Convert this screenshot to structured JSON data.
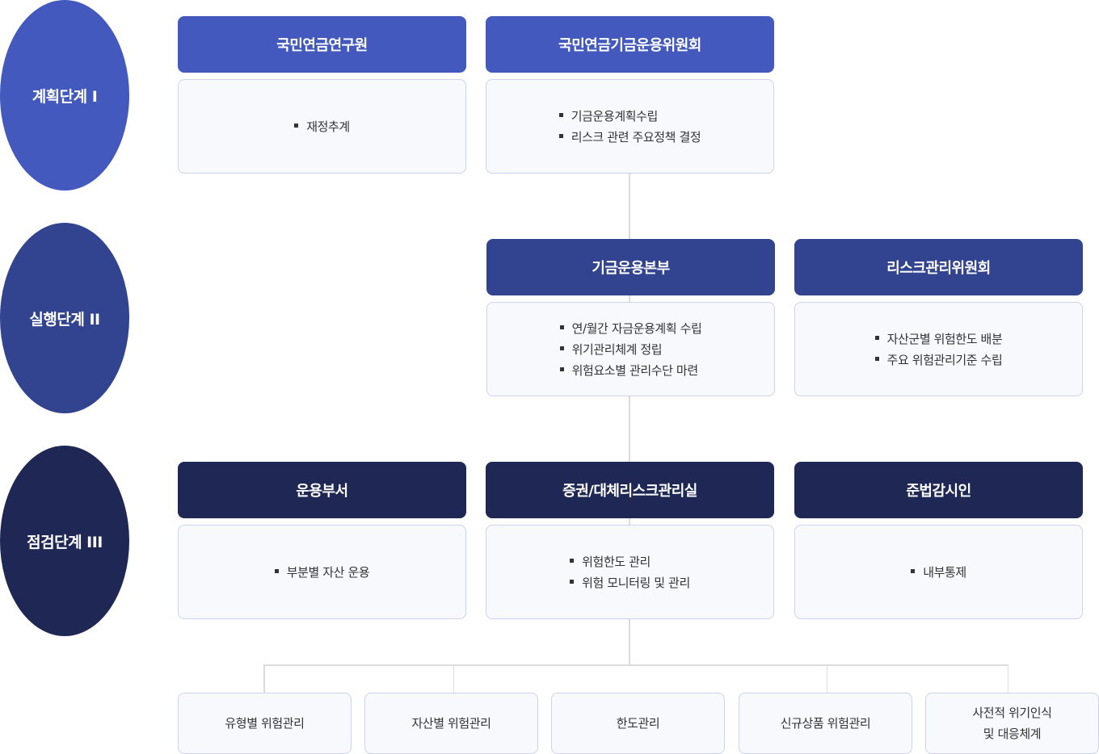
{
  "stages": [
    {
      "label": "계획단계 I"
    },
    {
      "label": "실행단계 II"
    },
    {
      "label": "점검단계 III"
    }
  ],
  "colors": {
    "stage_1": "#4359be",
    "stage_2": "#32448f",
    "stage_3": "#1f2855",
    "box_bg": "#f7f9fc",
    "box_border": "#cdd3ee",
    "connector": "#dcdcdc"
  },
  "nodes": {
    "research_institute": {
      "title": "국민연금연구원",
      "items": [
        "재정추계"
      ]
    },
    "fund_committee": {
      "title": "국민연금기금운용위원회",
      "items": [
        "기금운용계획수립",
        "리스크 관련 주요정책 결정"
      ]
    },
    "fund_management": {
      "title": "기금운용본부",
      "items": [
        "연/월간 자금운용계획 수립",
        "위기관리체계 정립",
        "위험요소별 관리수단 마련"
      ]
    },
    "risk_committee": {
      "title": "리스크관리위원회",
      "items": [
        "자산군별 위험한도 배분",
        "주요 위험관리기준 수립"
      ]
    },
    "operations_dept": {
      "title": "운용부서",
      "items": [
        "부분별 자산 운용"
      ]
    },
    "risk_office": {
      "title": "증권/대체리스크관리실",
      "items": [
        "위험한도 관리",
        "위험 모니터링 및  관리"
      ]
    },
    "compliance": {
      "title": "준법감시인",
      "items": [
        "내부통제"
      ]
    }
  },
  "leaves": [
    {
      "label": "유형별 위험관리"
    },
    {
      "label": "자산별 위험관리"
    },
    {
      "label": "한도관리"
    },
    {
      "label": "신규상품 위험관리"
    },
    {
      "label": "사전적 위기인식\n및 대응체계"
    }
  ]
}
